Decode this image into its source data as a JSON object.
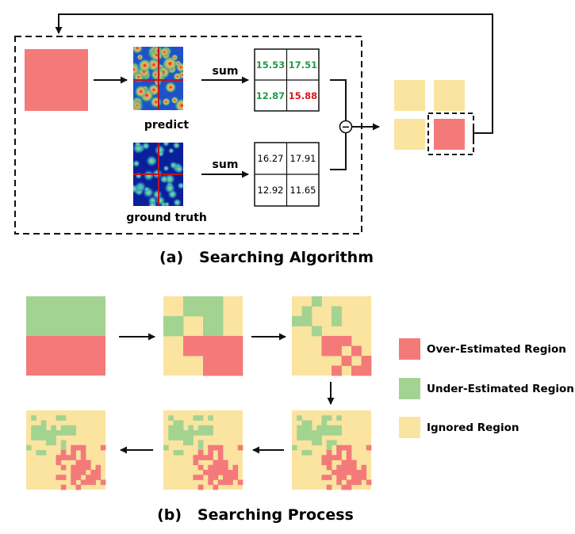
{
  "colors": {
    "over": "#f47a7a",
    "under": "#a3d391",
    "ignored": "#fae4a0",
    "positive": "#1c9c48",
    "negative": "#e0141b",
    "line": "#111111",
    "crosshair": "#c0141b"
  },
  "section_a": {
    "caption": "(a)   Searching Algorithm",
    "predict_label": "predict",
    "ground_truth_label": "ground truth",
    "sum_label_top": "sum",
    "sum_label_bottom": "sum",
    "operator_symbol": "−",
    "predict_sums": [
      "15.53",
      "17.51",
      "12.87",
      "15.88"
    ],
    "predict_sum_status": [
      "under",
      "under",
      "under",
      "over"
    ],
    "ground_truth_sums": [
      "16.27",
      "17.91",
      "12.92",
      "11.65"
    ]
  },
  "section_b": {
    "caption": "(b)   Searching Process",
    "legend": [
      {
        "label": "Over-Estimated Region",
        "color_key": "over"
      },
      {
        "label": "Under-Estimated Region",
        "color_key": "under"
      },
      {
        "label": "Ignored Region",
        "color_key": "ignored"
      }
    ]
  }
}
